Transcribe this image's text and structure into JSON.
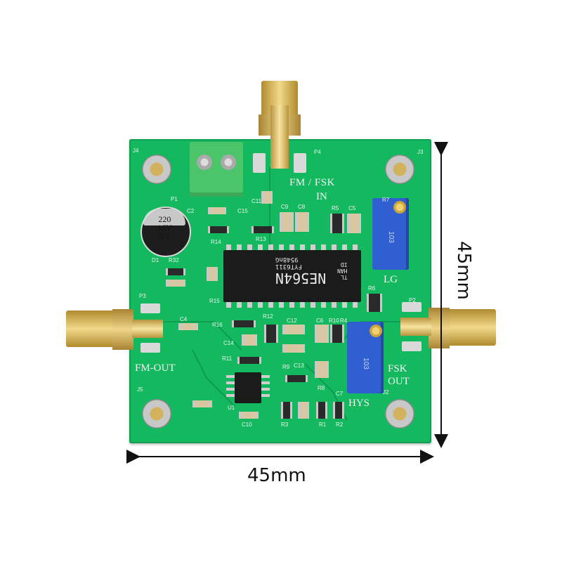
{
  "dimensions": {
    "width_label": "45mm",
    "height_label": "45mm"
  },
  "board": {
    "title": "FM / FSK",
    "input_label": "IN",
    "fm_out_label": "FM-OUT",
    "fsk_out_label": "FSK\nOUT",
    "hys_label": "HYS",
    "lg_label": "LG",
    "connectors": [
      "J4",
      "J3",
      "J5",
      "J2",
      "P1",
      "P2",
      "P3",
      "P4"
    ],
    "components": [
      "C2",
      "C4",
      "C5",
      "C6",
      "C7",
      "C8",
      "C9",
      "C10",
      "C11",
      "C12",
      "C13",
      "C14",
      "C15",
      "R1",
      "R2",
      "R3",
      "R4",
      "R5",
      "R6",
      "R7",
      "R8",
      "R9",
      "R10",
      "R11",
      "R12",
      "R13",
      "R14",
      "R15",
      "R16",
      "R32",
      "D1",
      "U1"
    ]
  },
  "ic": {
    "part": "NE564N",
    "line2": "FYT6311",
    "line3": "9548nG",
    "left_marks": "TL\nHAN\nID"
  },
  "capacitor": {
    "line1": "220",
    "line2": "16V",
    "line3": "VT"
  },
  "trimpot": {
    "code": "103"
  }
}
